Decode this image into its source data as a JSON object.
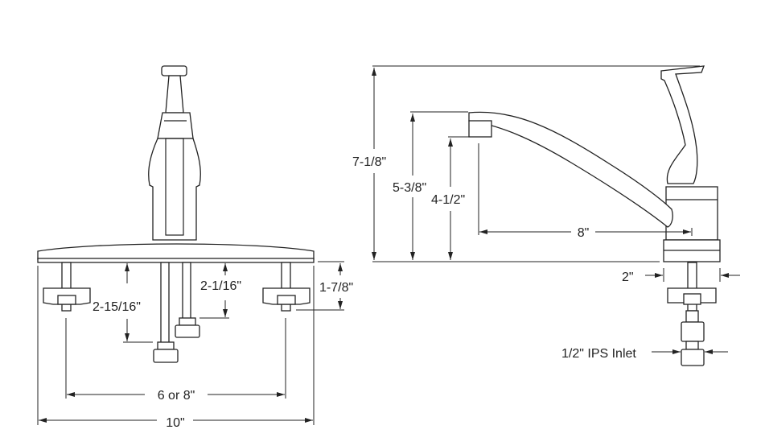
{
  "front_view": {
    "dim_supply_long": "2-15/16\"",
    "dim_supply_short": "2-1/16\"",
    "dim_bolt": "1-7/8\"",
    "dim_centers": "6 or 8\"",
    "dim_width": "10\""
  },
  "side_view": {
    "dim_total_height": "7-1/8\"",
    "dim_spout_height": "5-3/8\"",
    "dim_spout_clearance": "4-1/2\"",
    "dim_reach": "8\"",
    "dim_base": "2\"",
    "inlet_label": "1/2\" IPS Inlet"
  },
  "colors": {
    "line": "#222222",
    "background": "#ffffff"
  }
}
